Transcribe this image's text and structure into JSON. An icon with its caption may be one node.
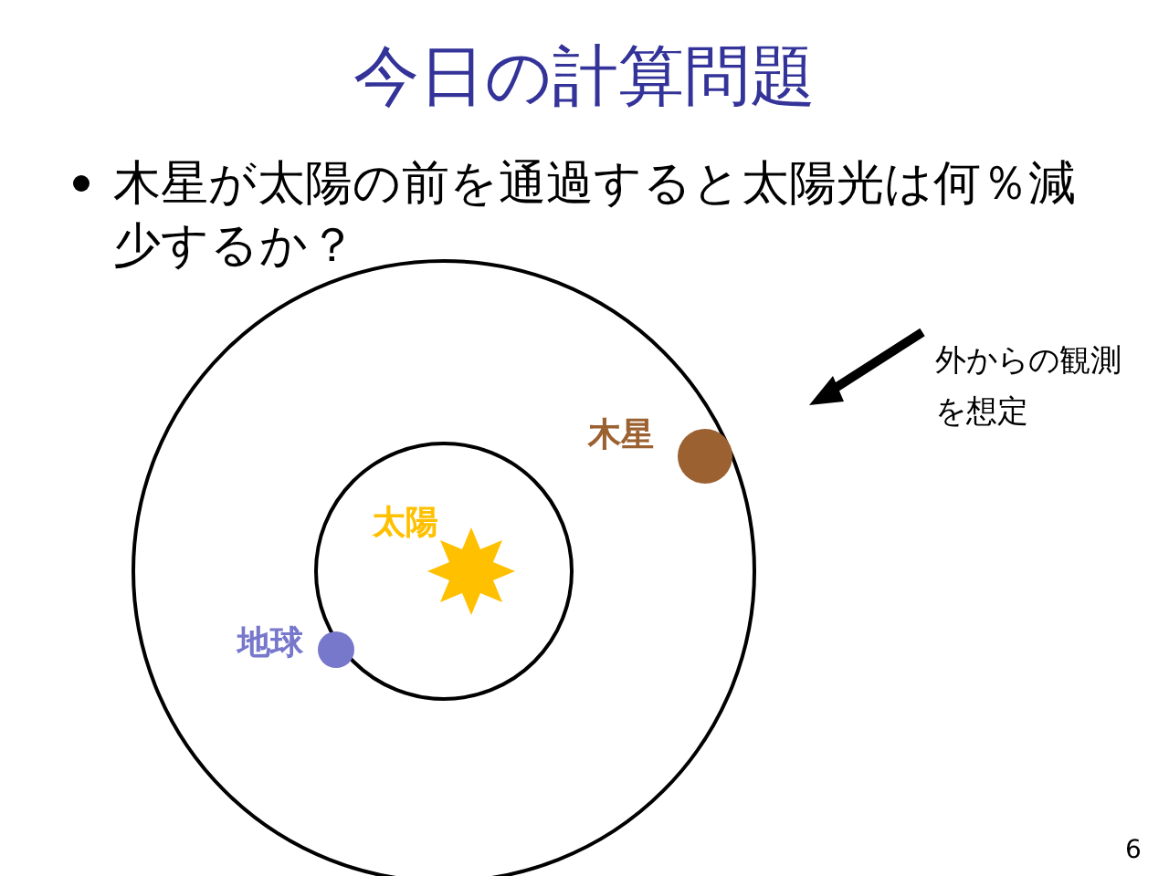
{
  "diagram": {
    "title": "今日の計算問題",
    "labels": [
      "木星が太陽の前を通過すると太陽光は何％減少するか？",
      "外からの観測を想定",
      "木星",
      "太陽",
      "地球",
      "6"
    ]
  }
}
